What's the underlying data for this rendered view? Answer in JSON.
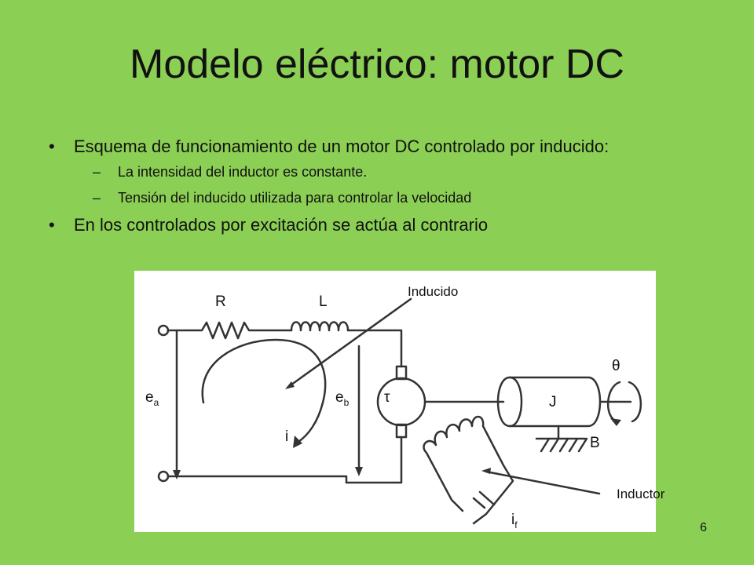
{
  "title": "Modelo eléctrico: motor DC",
  "bullets": [
    {
      "text": "Esquema de funcionamiento de un motor DC controlado por inducido:",
      "sub": [
        "La intensidad del inductor es constante.",
        "Tensión del inducido utilizada para controlar la velocidad"
      ]
    },
    {
      "text": "En los controlados por excitación se actúa al contrario"
    }
  ],
  "diagram": {
    "labels": {
      "R": "R",
      "L": "L",
      "inducido": "Inducido",
      "theta": "θ",
      "ea_main": "e",
      "ea_sub": "a",
      "eb_main": "e",
      "eb_sub": "b",
      "tau": "τ",
      "J": "J",
      "i": "i",
      "B": "B",
      "inductor": "Inductor",
      "if_main": "i",
      "if_sub": "f"
    }
  },
  "page_number": "6"
}
